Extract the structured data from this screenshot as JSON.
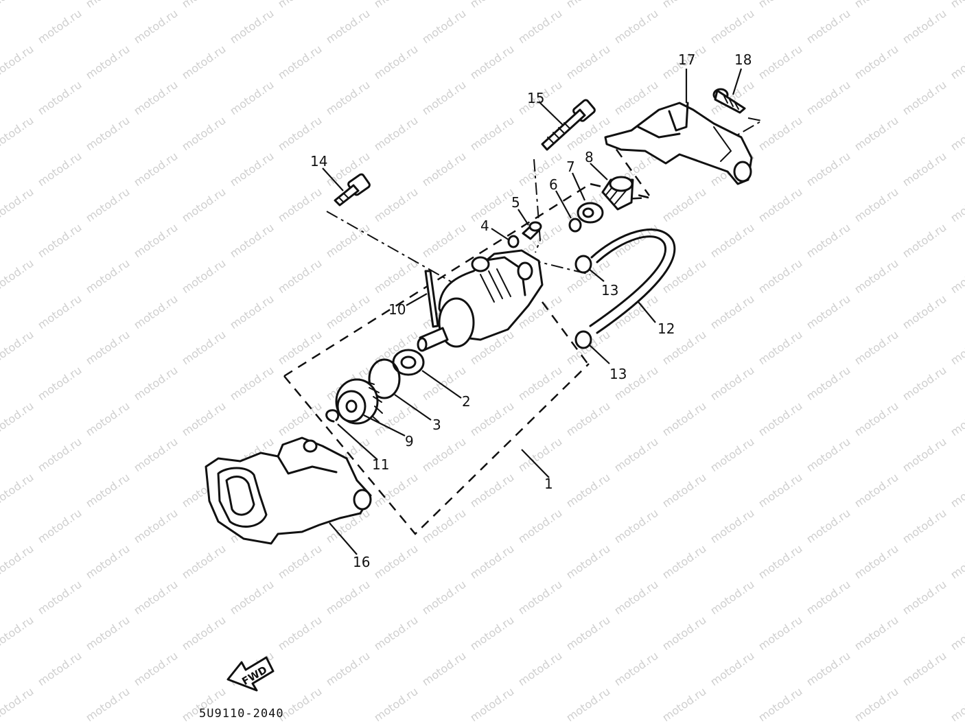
{
  "watermark": "motod.ru",
  "drawing_code": "5U9110-2040",
  "direction_arrow": "FWD",
  "callouts": [
    "1",
    "2",
    "3",
    "4",
    "5",
    "6",
    "7",
    "8",
    "9",
    "10",
    "11",
    "12",
    "13",
    "13",
    "14",
    "15",
    "16",
    "17",
    "18"
  ],
  "colors": {
    "ink": "#111111",
    "background": "#ffffff",
    "watermark": "#cfcfcf"
  }
}
